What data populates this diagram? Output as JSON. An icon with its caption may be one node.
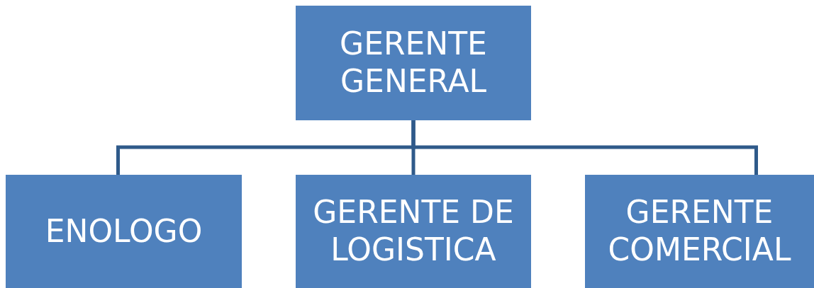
{
  "diagram": {
    "nodes": [
      {
        "text": [
          "GERENTE GENERAL"
        ]
      },
      {
        "text": [
          "ENOLOGO"
        ]
      },
      {
        "text": [
          "GERENTE DE LOGISTICA"
        ]
      },
      {
        "text": [
          "GERENTE COMERCIAL"
        ]
      }
    ],
    "edges": [
      {
        "from": 0,
        "to": 1,
        "arrow": "none"
      },
      {
        "from": 0,
        "to": 2,
        "arrow": "none"
      },
      {
        "from": 0,
        "to": 3,
        "arrow": "none"
      }
    ]
  }
}
